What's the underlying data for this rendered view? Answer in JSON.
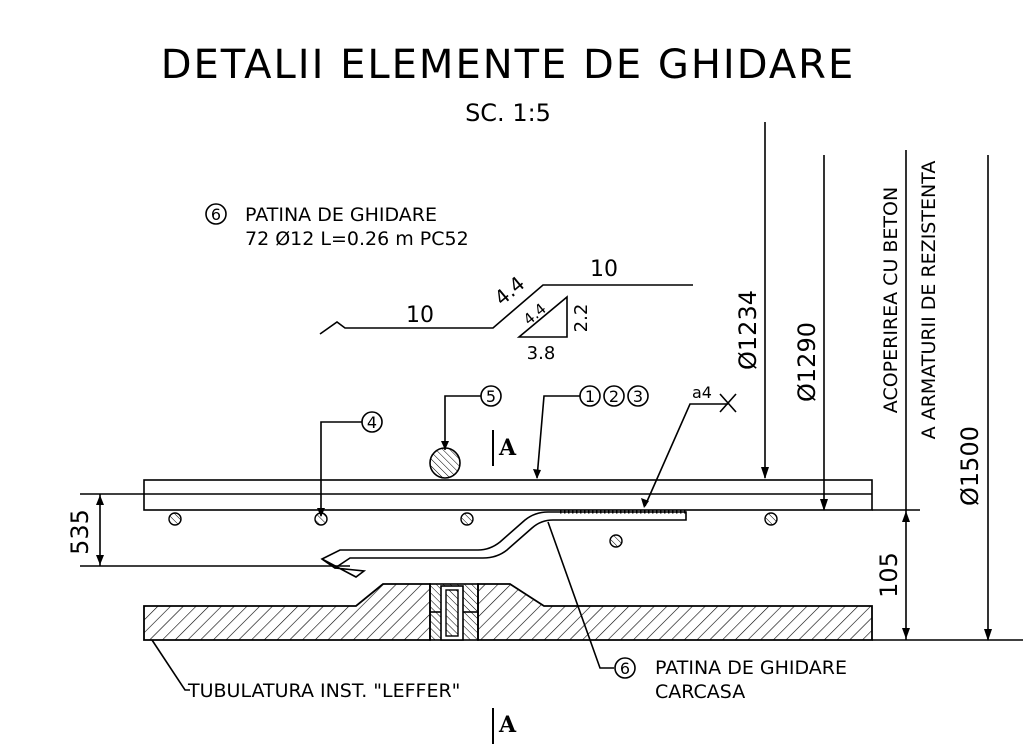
{
  "title": "DETALII ELEMENTE DE GHIDARE",
  "scale": "SC. 1:5",
  "item6": {
    "mark": "6",
    "name": "PATINA DE GHIDARE",
    "spec": "72 Ø12 L=0.26 m PC52"
  },
  "bar_shape": {
    "seg_left": "10",
    "seg_diag": "4.4",
    "seg_right": "10",
    "tri_hyp": "4.4",
    "tri_vert": "2.2",
    "tri_base": "3.8"
  },
  "marks": {
    "m4": "4",
    "m5": "5",
    "m1": "1",
    "m2": "2",
    "m3": "3",
    "weld": "a4"
  },
  "section": {
    "top": "A",
    "bottom": "A"
  },
  "dims": {
    "d1234": "Ø1234",
    "d1290": "Ø1290",
    "d1500": "Ø1500",
    "h535": "535",
    "h105": "105"
  },
  "vertical_note": {
    "line1": "ACOPERIREA CU BETON",
    "line2": "A ARMATURII DE REZISTENTA"
  },
  "labels": {
    "leffer": "TUBULATURA INST. \"LEFFER\"",
    "patina_mark": "6",
    "patina_line1": "PATINA DE GHIDARE",
    "patina_line2": "CARCASA"
  }
}
